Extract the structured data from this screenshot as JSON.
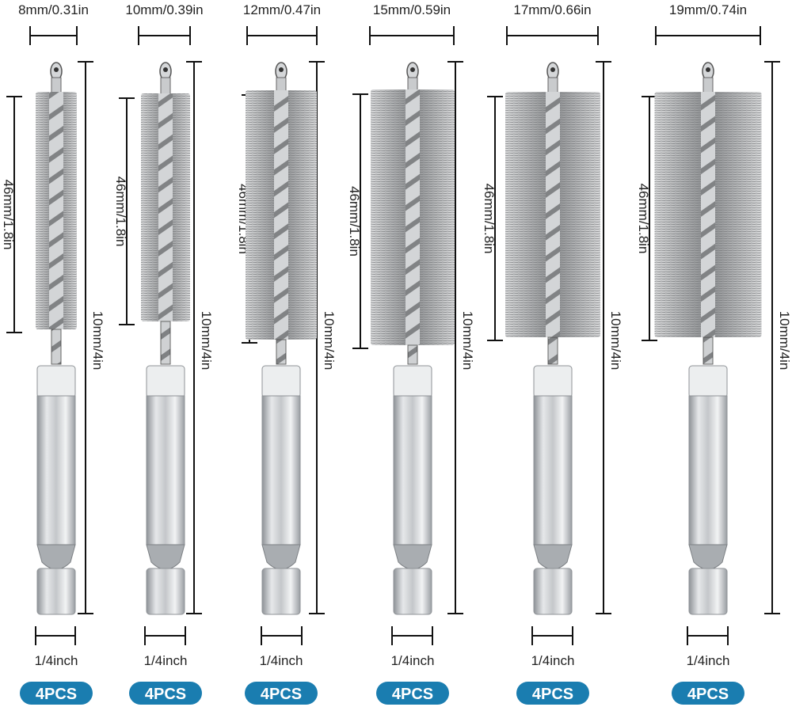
{
  "brushes": [
    {
      "diameter": "8mm/0.31in",
      "bristle_length": "46mm/1.8in",
      "total_length": "10mm/4in",
      "shank": "1/4inch",
      "quantity": "4PCS"
    },
    {
      "diameter": "10mm/0.39in",
      "bristle_length": "46mm/1.8in",
      "total_length": "10mm/4in",
      "shank": "1/4inch",
      "quantity": "4PCS"
    },
    {
      "diameter": "12mm/0.47in",
      "bristle_length": "46mm/1.8in",
      "total_length": "10mm/4in",
      "shank": "1/4inch",
      "quantity": "4PCS"
    },
    {
      "diameter": "15mm/0.59in",
      "bristle_length": "46mm/1.8in",
      "total_length": "10mm/4in",
      "shank": "1/4inch",
      "quantity": "4PCS"
    },
    {
      "diameter": "17mm/0.66in",
      "bristle_length": "46mm/1.8in",
      "total_length": "10mm/4in",
      "shank": "1/4inch",
      "quantity": "4PCS"
    },
    {
      "diameter": "19mm/0.74in",
      "bristle_length": "46mm/1.8in",
      "total_length": "10mm/4in",
      "shank": "1/4inch",
      "quantity": "4PCS"
    }
  ],
  "colors": {
    "badge": "#1a7db0",
    "dimension_line": "#111111",
    "metal": "#b8bcc0"
  }
}
